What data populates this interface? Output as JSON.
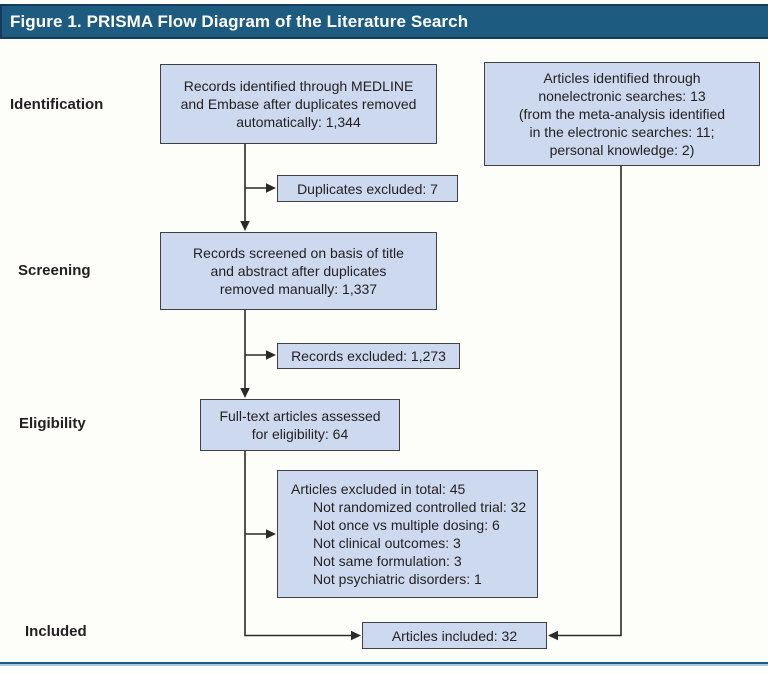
{
  "figure": {
    "title": "Figure 1. PRISMA Flow Diagram of the Literature Search"
  },
  "colors": {
    "title_bar_fill": "#1d5c80",
    "title_bar_border": "#17395c",
    "box_fill": "#cdd9ee",
    "box_border": "#414042",
    "text": "#231f20",
    "connector_line": "#2a2a2a",
    "bottom_rule_dark": "#1d5c80",
    "bottom_rule_light": "#a9c9de"
  },
  "stage_labels": [
    {
      "label": "Identification"
    },
    {
      "label": "Screening"
    },
    {
      "label": "Eligibility"
    },
    {
      "label": "Included"
    }
  ],
  "boxes": {
    "identified": {
      "lines": [
        "Records identified through MEDLINE",
        "and Embase after duplicates removed",
        "automatically: 1,344"
      ]
    },
    "nonelectronic": {
      "lines": [
        "Articles identified through",
        "nonelectronic searches: 13",
        "(from the meta-analysis identified",
        "in the electronic searches: 11;",
        "personal knowledge: 2)"
      ]
    },
    "duplicates_excluded": {
      "label": "Duplicates excluded: 7"
    },
    "screened": {
      "lines": [
        "Records screened on basis of title",
        "and abstract after duplicates",
        "removed manually: 1,337"
      ]
    },
    "records_excluded": {
      "label": "Records excluded: 1,273"
    },
    "fulltext": {
      "lines": [
        "Full-text articles assessed",
        "for eligibility: 64"
      ]
    },
    "articles_excluded": {
      "title": "Articles excluded in total: 45",
      "items": [
        "Not randomized controlled trial: 32",
        "Not once vs multiple dosing: 6",
        "Not clinical outcomes: 3",
        "Not same formulation: 3",
        "Not psychiatric disorders: 1"
      ]
    },
    "included": {
      "label": "Articles included: 32"
    }
  }
}
